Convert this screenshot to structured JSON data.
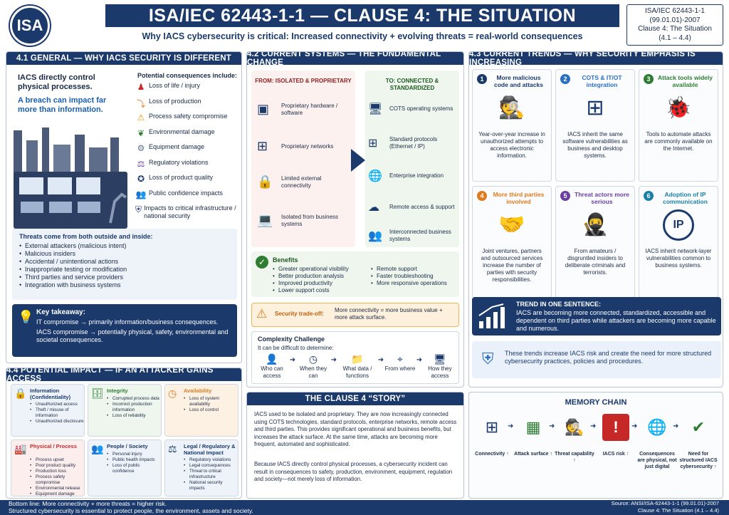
{
  "header": {
    "logo": "ISA",
    "title": "ISA/IEC 62443-1-1 — CLAUSE 4: THE SITUATION",
    "subtitle": "Why IACS cybersecurity is critical: Increased connectivity + evolving threats = real-world consequences",
    "ref_lines": [
      "ISA/IEC 62443-1-1",
      "(99.01.01)-2007",
      "Clause 4: The Situation",
      "(4.1 – 4.4)"
    ]
  },
  "s41": {
    "title": "4.1 GENERAL — WHY IACS SECURITY IS DIFFERENT",
    "intro": "IACS directly control physical processes.",
    "intro2": "A breach can impact far more than information.",
    "conseq_title": "Potential consequences include:",
    "conseq": [
      {
        "icon": "person-icon",
        "text": "Loss of life / injury"
      },
      {
        "icon": "production-chart-icon",
        "text": "Loss of production"
      },
      {
        "icon": "warning-icon",
        "text": "Process safety compromise"
      },
      {
        "icon": "leaf-icon",
        "text": "Environmental damage"
      },
      {
        "icon": "gear-icon",
        "text": "Equipment damage"
      },
      {
        "icon": "scales-icon",
        "text": "Regulatory violations"
      },
      {
        "icon": "quality-badge-icon",
        "text": "Loss of product quality"
      },
      {
        "icon": "people-icon",
        "text": "Public confidence impacts"
      },
      {
        "icon": "shield-icon",
        "text": "Impacts to critical infrastructure / national security"
      }
    ],
    "threats_title": "Threats come from both outside and inside:",
    "threats": [
      "External attackers (malicious intent)",
      "Malicious insiders",
      "Accidental / unintentional actions",
      "Inappropriate testing or modification",
      "Third parties and service providers",
      "Integration with business systems"
    ],
    "key_title": "Key takeaway:",
    "key1": "IT compromise → primarily information/business consequences.",
    "key2": "IACS compromise → potentially physical, safety, environmental and societal consequences."
  },
  "s42": {
    "title": "4.2 CURRENT SYSTEMS — THE FUNDAMENTAL CHANGE",
    "from_title": "FROM: ISOLATED & PROPRIETARY",
    "to_title": "TO: CONNECTED & STANDARDIZED",
    "from": [
      {
        "icon": "chip-icon",
        "text": "Proprietary hardware / software"
      },
      {
        "icon": "network-icon",
        "text": "Proprietary networks"
      },
      {
        "icon": "lock-icon",
        "text": "Limited external connectivity"
      },
      {
        "icon": "laptop-icon",
        "text": "Isolated from business systems"
      }
    ],
    "to": [
      {
        "icon": "computer-icon",
        "text": "COTS operating systems"
      },
      {
        "icon": "network-icon",
        "text": "Standard protocols (Ethernet / IP)"
      },
      {
        "icon": "globe-icon",
        "text": "Enterprise integration"
      },
      {
        "icon": "cloud-icon",
        "text": "Remote access & support"
      },
      {
        "icon": "people-icon",
        "text": "Interconnected business systems"
      }
    ],
    "benefits_title": "Benefits",
    "benefits_l": [
      "Greater operational visibility",
      "Better production analysis",
      "Improved productivity",
      "Lower support costs"
    ],
    "benefits_r": [
      "Remote support",
      "Faster troubleshooting",
      "More responsive operations"
    ],
    "tradeoff_label": "Security trade-off:",
    "tradeoff_text": "More connectivity = more business value + more attack surface.",
    "complex_title": "Complexity Challenge",
    "complex_sub": "It can be difficult to determine:",
    "complex": [
      {
        "icon": "person-icon",
        "text": "Who can access"
      },
      {
        "icon": "clock-icon",
        "text": "When they can"
      },
      {
        "icon": "folder-icon",
        "text": "What data / functions"
      },
      {
        "icon": "location-pin-icon",
        "text": "From where"
      },
      {
        "icon": "monitor-icon",
        "text": "How they access"
      }
    ]
  },
  "s43": {
    "title": "4.3 CURRENT TRENDS — WHY SECURITY EMPHASIS IS INCREASING",
    "cards": [
      {
        "n": "1",
        "color": "#1b3a6b",
        "title": "More malicious code and attacks",
        "icon": "hacker-icon",
        "text": "Year-over-year increase in unauthorized attempts to access electronic information."
      },
      {
        "n": "2",
        "color": "#2a6fc0",
        "title": "COTS & IT/OT integration",
        "icon": "network-icon",
        "text": "IACS inherit the same software vulnerabilities as business and desktop systems."
      },
      {
        "n": "3",
        "color": "#2e7d32",
        "title": "Attack tools widely available",
        "icon": "bug-globe-icon",
        "text": "Tools to automate attacks are commonly available on the Internet."
      },
      {
        "n": "4",
        "color": "#e07a1f",
        "title": "More third parties involved",
        "icon": "handshake-icon",
        "text": "Joint ventures, partners and outsourced services increase the number of parties with security responsibilities."
      },
      {
        "n": "5",
        "color": "#6a3fa0",
        "title": "Threat actors more serious",
        "icon": "thief-icon",
        "text": "From amateurs / disgruntled insiders to deliberate criminals and terrorists."
      },
      {
        "n": "6",
        "color": "#1b7fa6",
        "title": "Adoption of IP communication",
        "icon": "ip-icon",
        "text": "IACS inherit network-layer vulnerabilities common to business systems."
      }
    ],
    "trend_title": "TREND IN ONE SENTENCE:",
    "trend_text": "IACS are becoming more connected, standardized, accessible and dependent on third parties while attackers are becoming more capable and numerous.",
    "risk_text": "These trends increase IACS risk and create the need for more structured cybersecurity practices, policies and procedures."
  },
  "s44": {
    "title": "4.4 POTENTIAL IMPACT — IF AN ATTACKER GAINS ACCESS",
    "cards": [
      {
        "title": "Information (Confidentiality)",
        "color": "#1b3a6b",
        "icon": "lock-icon",
        "items": [
          "Unauthorized access",
          "Theft / misuse of information",
          "Unauthorized disclosure"
        ]
      },
      {
        "title": "Integrity",
        "color": "#2e7d32",
        "icon": "database-icon",
        "items": [
          "Corrupted process data",
          "Incorrect production information",
          "Loss of reliability"
        ]
      },
      {
        "title": "Availability",
        "color": "#e07a1f",
        "icon": "clock-icon",
        "items": [
          "Loss of system availability",
          "Loss of control"
        ]
      },
      {
        "title": "Physical / Process",
        "color": "#c62828",
        "icon": "factory-icon",
        "items": [
          "Process upset",
          "Poor product quality",
          "Production loss",
          "Process safety compromise",
          "Environmental release",
          "Equipment damage"
        ]
      },
      {
        "title": "People / Society",
        "color": "#1b3a6b",
        "icon": "people-icon",
        "items": [
          "Personal injury",
          "Public health impacts",
          "Loss of public confidence"
        ]
      },
      {
        "title": "Legal / Regulatory & National Impact",
        "color": "#1b3a6b",
        "icon": "scales-icon",
        "items": [
          "Regulatory violations",
          "Legal consequences",
          "Threat to critical infrastructure",
          "National security impacts"
        ]
      }
    ]
  },
  "story": {
    "title": "THE CLAUSE 4 “STORY”",
    "p1": "IACS used to be isolated and proprietary. They are now increasingly connected using COTS technologies, standard protocols, enterprise networks, remote access and third parties. This provides significant operational and business benefits, but increases the attack surface. At the same time, attacks are becoming more frequent, automated and sophisticated.",
    "p2": "Because IACS directly control physical processes, a cybersecurity incident can result in consequences to safety, production, environment, equipment, regulation and society—not merely loss of information."
  },
  "memory": {
    "title": "MEMORY CHAIN",
    "items": [
      {
        "icon": "network-icon",
        "label": "Connectivity ↑"
      },
      {
        "icon": "brick-wall-icon",
        "label": "Attack surface ↑"
      },
      {
        "icon": "hacker-icon",
        "label": "Threat capability ↑"
      },
      {
        "icon": "warning-icon",
        "label": "IACS risk ↑"
      },
      {
        "icon": "globe-icon",
        "label": "Consequences are physical, not just digital"
      },
      {
        "icon": "shield-check-icon",
        "label": "Need for structured IACS cybersecurity ↑"
      }
    ]
  },
  "footer": {
    "line1": "Bottom line: More connectivity + more threats = higher risk.",
    "line2": "Structured cybersecurity is essential to protect people, the environment, assets and society.",
    "source1": "Source: ANSI/ISA-62443-1-1 (99.01.01)-2007",
    "source2": "Clause 4: The Situation (4.1 – 4.4)"
  }
}
